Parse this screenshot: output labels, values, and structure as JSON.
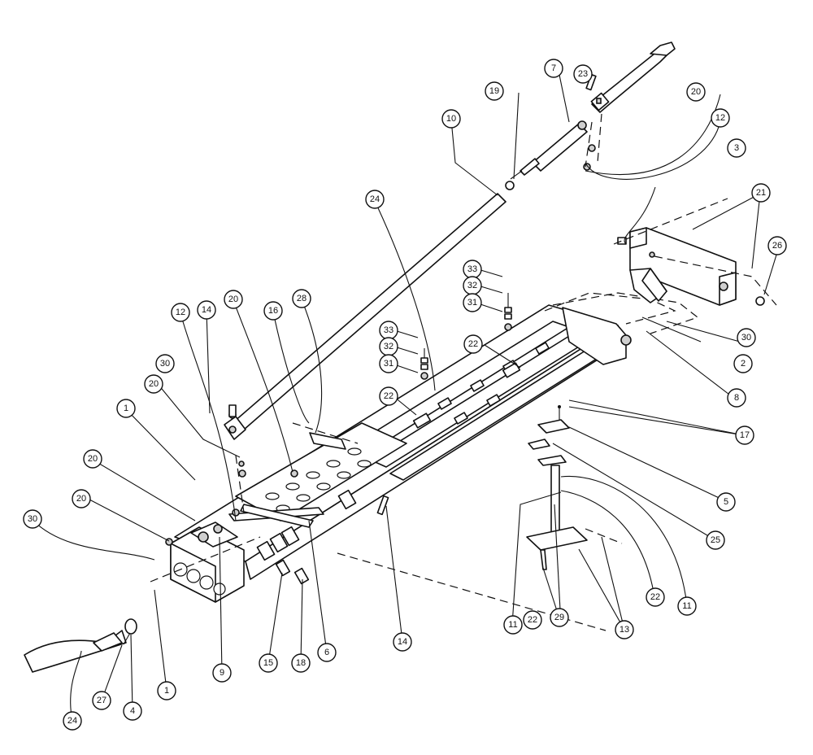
{
  "callouts": [
    {
      "id": "c23a",
      "label": "23"
    },
    {
      "id": "c7",
      "label": "7"
    },
    {
      "id": "c19",
      "label": "19"
    },
    {
      "id": "c10",
      "label": "10"
    },
    {
      "id": "c20a",
      "label": "20"
    },
    {
      "id": "c12a",
      "label": "12"
    },
    {
      "id": "c3",
      "label": "3"
    },
    {
      "id": "c21",
      "label": "21"
    },
    {
      "id": "c26",
      "label": "26"
    },
    {
      "id": "c24a",
      "label": "24"
    },
    {
      "id": "c33a",
      "label": "33"
    },
    {
      "id": "c32a",
      "label": "32"
    },
    {
      "id": "c31a",
      "label": "31"
    },
    {
      "id": "c33b",
      "label": "33"
    },
    {
      "id": "c32b",
      "label": "32"
    },
    {
      "id": "c31b",
      "label": "31"
    },
    {
      "id": "c22a",
      "label": "22"
    },
    {
      "id": "c22b",
      "label": "22"
    },
    {
      "id": "c28",
      "label": "28"
    },
    {
      "id": "c16",
      "label": "16"
    },
    {
      "id": "c20b",
      "label": "20"
    },
    {
      "id": "c14a",
      "label": "14"
    },
    {
      "id": "c12b",
      "label": "12"
    },
    {
      "id": "c20c",
      "label": "20"
    },
    {
      "id": "c30a",
      "label": "30"
    },
    {
      "id": "c1a",
      "label": "1"
    },
    {
      "id": "c20d",
      "label": "20"
    },
    {
      "id": "c20e",
      "label": "20"
    },
    {
      "id": "c30b",
      "label": "30"
    },
    {
      "id": "c30c",
      "label": "30"
    },
    {
      "id": "c2",
      "label": "2"
    },
    {
      "id": "c8",
      "label": "8"
    },
    {
      "id": "c17",
      "label": "17"
    },
    {
      "id": "c5",
      "label": "5"
    },
    {
      "id": "c25",
      "label": "25"
    },
    {
      "id": "c11a",
      "label": "11"
    },
    {
      "id": "c22c",
      "label": "22"
    },
    {
      "id": "c11b",
      "label": "11"
    },
    {
      "id": "c22d",
      "label": "22"
    },
    {
      "id": "c29",
      "label": "29"
    },
    {
      "id": "c13",
      "label": "13"
    },
    {
      "id": "c14b",
      "label": "14"
    },
    {
      "id": "c6",
      "label": "6"
    },
    {
      "id": "c18",
      "label": "18"
    },
    {
      "id": "c15",
      "label": "15"
    },
    {
      "id": "c9",
      "label": "9"
    },
    {
      "id": "c1b",
      "label": "1"
    },
    {
      "id": "c4",
      "label": "4"
    },
    {
      "id": "c27",
      "label": "27"
    },
    {
      "id": "c24b",
      "label": "24"
    }
  ]
}
